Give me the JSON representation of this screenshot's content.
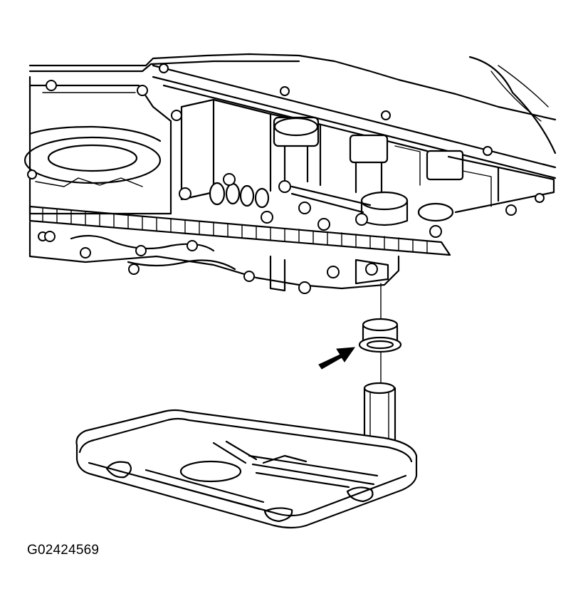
{
  "figure": {
    "code": "G02424569"
  },
  "components": {
    "valve_body": "valve-body-assembly",
    "filter": "transmission-fluid-filter",
    "seal": "filter-seal",
    "pointer": "arrow-pointer"
  },
  "colors": {
    "line": "#000000",
    "background": "#ffffff"
  }
}
